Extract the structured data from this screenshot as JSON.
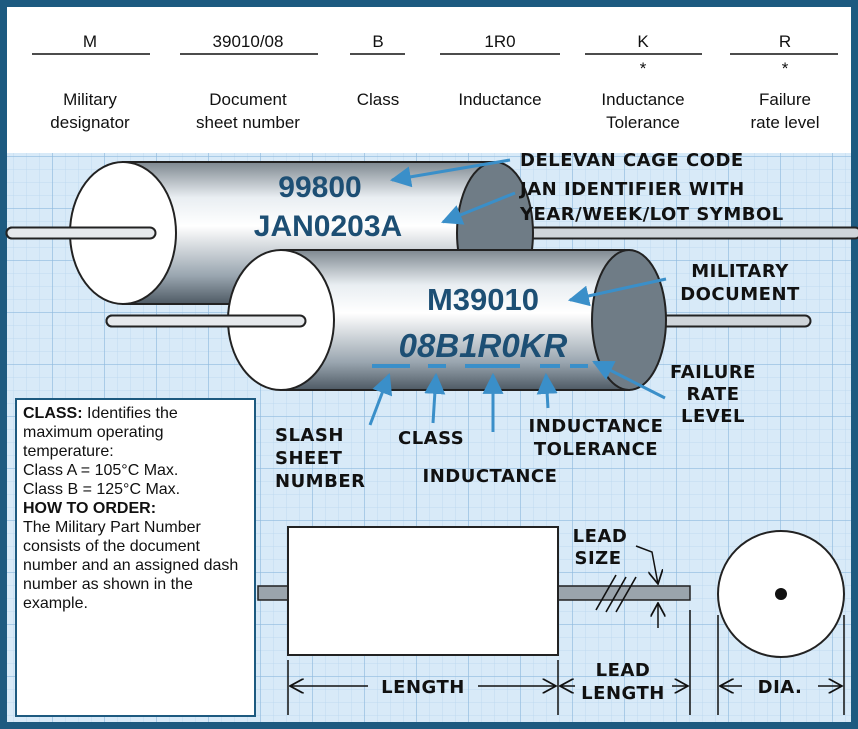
{
  "part_number_breakdown": {
    "fields": [
      {
        "code": "M",
        "star": "",
        "label_lines": [
          "Military",
          "designator"
        ]
      },
      {
        "code": "39010/08",
        "star": "",
        "label_lines": [
          "Document",
          "sheet number"
        ]
      },
      {
        "code": "B",
        "star": "",
        "label_lines": [
          "Class",
          ""
        ]
      },
      {
        "code": "1R0",
        "star": "",
        "label_lines": [
          "Inductance",
          ""
        ]
      },
      {
        "code": "K",
        "star": "*",
        "label_lines": [
          "Inductance",
          "Tolerance"
        ]
      },
      {
        "code": "R",
        "star": "*",
        "label_lines": [
          "Failure",
          "rate level"
        ]
      }
    ]
  },
  "back_component": {
    "line1": "99800",
    "line2": "JAN0203A"
  },
  "front_component": {
    "line1": "M39010",
    "line2": "08B1R0KR"
  },
  "callouts": {
    "cage_code": [
      "DELEVAN CAGE CODE"
    ],
    "jan_identifier": [
      "JAN IDENTIFIER WITH",
      "YEAR/WEEK/LOT SYMBOL"
    ],
    "military_document": [
      "MILITARY",
      "DOCUMENT"
    ],
    "failure_rate": [
      "FAILURE",
      "RATE",
      "LEVEL"
    ],
    "inductance_tolerance": [
      "INDUCTANCE",
      "TOLERANCE"
    ],
    "slash_sheet": [
      "SLASH",
      "SHEET",
      "NUMBER"
    ],
    "class": [
      "CLASS"
    ],
    "inductance": [
      "INDUCTANCE"
    ]
  },
  "info_box": {
    "class_heading": "CLASS:",
    "class_text": " Identifies the maximum operating temperature:",
    "class_a": "Class A = 105°C Max.",
    "class_b": "Class B = 125°C Max.",
    "order_heading": "HOW TO ORDER:",
    "order_text": "The Military Part Number consists of the document number and an assigned dash number as shown in the example."
  },
  "dimensions": {
    "lead_size": [
      "LEAD",
      "SIZE"
    ],
    "length": "LENGTH",
    "lead_length": [
      "LEAD",
      "LENGTH"
    ],
    "diameter": "DIA."
  },
  "colors": {
    "frame": "#1d5a80",
    "grid_bg": "#d8eaf8",
    "grid_line": "#9fc4e2",
    "ink": "#1d4f74",
    "arrow": "#3a8fc9"
  }
}
